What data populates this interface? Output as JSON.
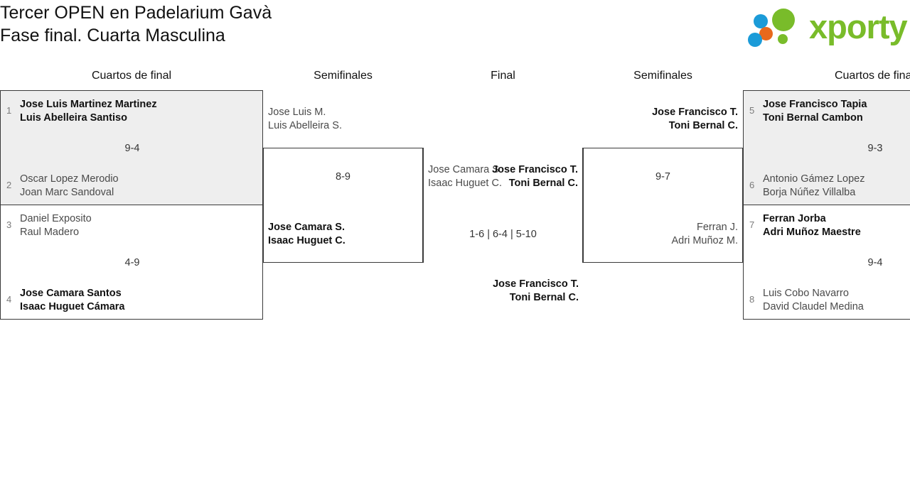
{
  "header": {
    "title_line1": "Tercer OPEN en Padelarium Gavà",
    "title_line2": "Fase final. Cuarta Masculina",
    "logo_text": "xporty",
    "logo_colors": {
      "green": "#79bc2a",
      "blue": "#1b9bd8",
      "orange": "#e8691c"
    }
  },
  "columns": {
    "qf_left": "Cuartos de final",
    "sf_left": "Semifinales",
    "final": "Final",
    "sf_right": "Semifinales",
    "qf_right": "Cuartos de final"
  },
  "bracket": {
    "quarterfinals_left": [
      {
        "score": "9-4",
        "top": {
          "seed": "1",
          "player1": "Jose Luis Martinez Martinez",
          "player2": "Luis Abelleira Santiso",
          "result": "winner"
        },
        "bottom": {
          "seed": "2",
          "player1": "Oscar Lopez Merodio",
          "player2": "Joan Marc Sandoval",
          "result": "loser"
        }
      },
      {
        "score": "4-9",
        "top": {
          "seed": "3",
          "player1": "Daniel Exposito",
          "player2": "Raul Madero",
          "result": "loser"
        },
        "bottom": {
          "seed": "4",
          "player1": "Jose Camara Santos",
          "player2": "Isaac Huguet Cámara",
          "result": "winner"
        }
      }
    ],
    "quarterfinals_right": [
      {
        "score": "9-3",
        "top": {
          "seed": "5",
          "player1": "Jose Francisco Tapia",
          "player2": "Toni Bernal Cambon",
          "result": "winner"
        },
        "bottom": {
          "seed": "6",
          "player1": "Antonio Gámez Lopez",
          "player2": "Borja Núñez Villalba",
          "result": "loser"
        }
      },
      {
        "score": "9-4",
        "top": {
          "seed": "7",
          "player1": "Ferran Jorba",
          "player2": "Adri Muñoz Maestre",
          "result": "winner"
        },
        "bottom": {
          "seed": "8",
          "player1": "Luis Cobo Navarro",
          "player2": "David Claudel Medina",
          "result": "loser"
        }
      }
    ],
    "semifinal_left": {
      "score": "8-9",
      "top": {
        "player1": "Jose Luis M.",
        "player2": "Luis Abelleira S.",
        "result": "loser"
      },
      "bottom": {
        "player1": "Jose Camara S.",
        "player2": "Isaac Huguet C.",
        "result": "winner"
      }
    },
    "semifinal_right": {
      "score": "9-7",
      "top": {
        "player1": "Jose Francisco T.",
        "player2": "Toni Bernal C.",
        "result": "winner"
      },
      "bottom": {
        "player1": "Ferran J.",
        "player2": "Adri Muñoz M.",
        "result": "loser"
      }
    },
    "final": {
      "score": "1-6 | 6-4 | 5-10",
      "left": {
        "player1": "Jose Camara S.",
        "player2": "Isaac Huguet C.",
        "result": "loser"
      },
      "right": {
        "player1": "Jose Francisco T.",
        "player2": "Toni Bernal C.",
        "result": "winner"
      }
    },
    "champion": {
      "player1": "Jose Francisco T.",
      "player2": "Toni Bernal C."
    }
  }
}
